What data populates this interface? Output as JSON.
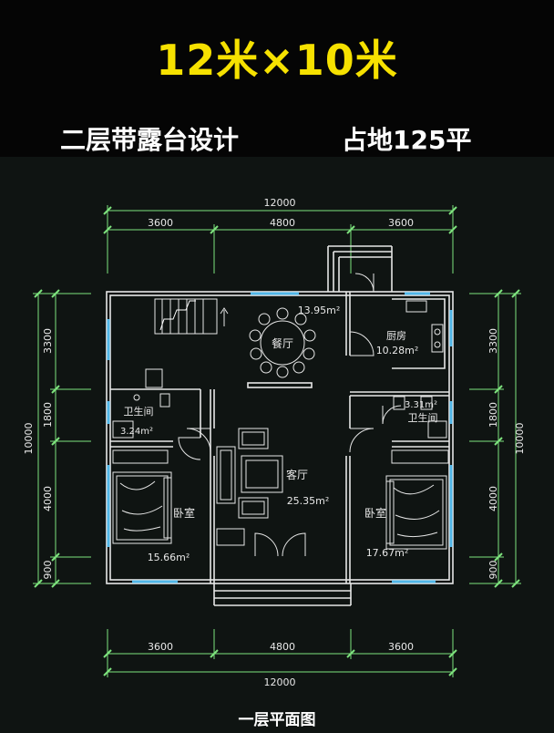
{
  "header": {
    "title": "12米×10米",
    "subtitle_left": "二层带露台设计",
    "subtitle_right": "占地125平"
  },
  "dimensions": {
    "top_total": "12000",
    "top_segments": [
      "3600",
      "4800",
      "3600"
    ],
    "bottom_total": "12000",
    "bottom_segments": [
      "3600",
      "4800",
      "3600"
    ],
    "left_total": "10000",
    "left_segments": [
      "3300",
      "1800",
      "4000",
      "900"
    ],
    "right_total": "10000",
    "right_segments": [
      "3300",
      "1800",
      "4000",
      "900"
    ]
  },
  "rooms": {
    "dining_area": "13.95m²",
    "dining_label": "餐厅",
    "kitchen_label": "厨房",
    "kitchen_area": "10.28m²",
    "bath_left_label": "卫生间",
    "bath_left_area": "3.24m²",
    "bath_right_label": "卫生间",
    "bath_right_area": "3.31m²",
    "living_label": "客厅",
    "living_area": "25.35m²",
    "bed_left_label": "卧室",
    "bed_left_area": "15.66m²",
    "bed_right_label": "卧室",
    "bed_right_area": "17.67m²"
  },
  "caption": "一层平面图",
  "colors": {
    "title": "#f6e100",
    "wall": "#e6e6e6",
    "dimension_line": "#7de37d",
    "window": "#4fb6e8",
    "background_banner": "#050505",
    "background_plan": "#0f1412"
  }
}
